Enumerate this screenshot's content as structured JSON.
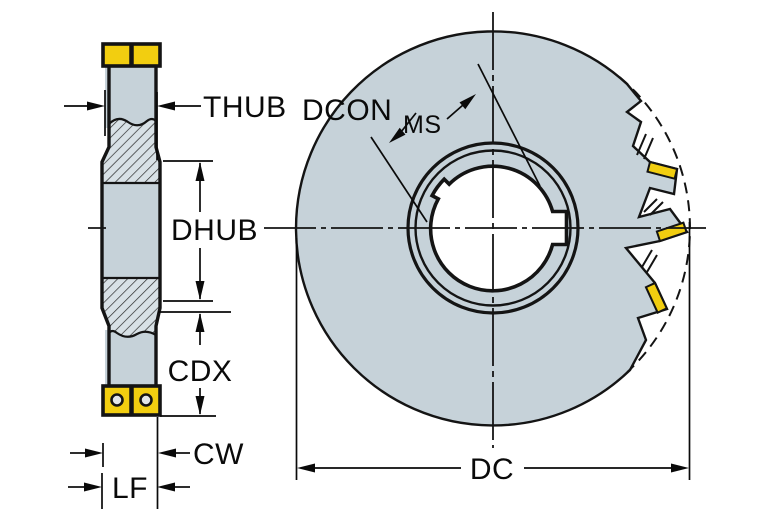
{
  "drawing": {
    "side_view": {
      "labels": {
        "thub": "THUB",
        "dhub": "DHUB",
        "cdx": "CDX",
        "cw": "CW",
        "lf": "LF"
      }
    },
    "front_view": {
      "labels": {
        "dcon": "DCON",
        "dcon_sub": "MS",
        "dc": "DC"
      }
    },
    "colors": {
      "body": "#c6d2d9",
      "hatch_bg": "#d8e1e6",
      "insert_yellow": "#f2ce10",
      "outline": "#141414",
      "screw": "#e2e6e8"
    }
  }
}
